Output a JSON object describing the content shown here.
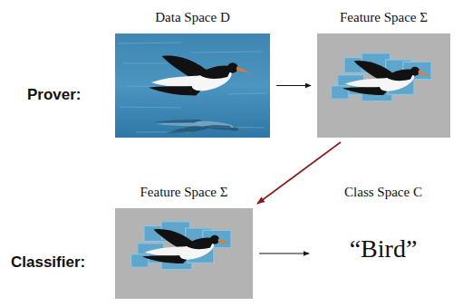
{
  "diagram": {
    "nodes": [
      {
        "text": [
          "Data Space D"
        ]
      },
      {
        "text": [
          "Feature Space Σ"
        ]
      },
      {
        "text": [
          "Feature Space Σ"
        ]
      },
      {
        "text": [
          "Class Space C",
          "“Bird”"
        ]
      }
    ],
    "edges": [
      {
        "from": 0,
        "to": 1,
        "arrow": "to"
      },
      {
        "from": 1,
        "to": 2,
        "arrow": "to"
      },
      {
        "from": 2,
        "to": 3,
        "arrow": "to"
      }
    ],
    "labels": [
      "Prover:",
      "Classifier:"
    ]
  }
}
